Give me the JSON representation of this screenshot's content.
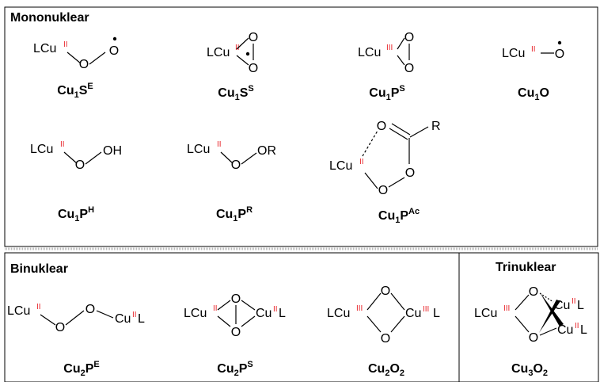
{
  "panels": {
    "mononuclear": {
      "title": "Mononuklear"
    },
    "binuclear": {
      "title": "Binuklear"
    },
    "trinuclear": {
      "title": "Trinuklear"
    }
  },
  "atoms": {
    "lcu": "LCu",
    "cu": "Cu",
    "l": "L",
    "o": "O",
    "oh": "OH",
    "or": "OR",
    "r": "R"
  },
  "oxidation": {
    "ii": "II",
    "iii": "III"
  },
  "labels": {
    "cu1se": {
      "el1": "Cu",
      "n1": "1",
      "el2": "S",
      "sup": "E"
    },
    "cu1ss": {
      "el1": "Cu",
      "n1": "1",
      "el2": "S",
      "sup": "S"
    },
    "cu1ps": {
      "el1": "Cu",
      "n1": "1",
      "el2": "P",
      "sup": "S"
    },
    "cu1o": {
      "el1": "Cu",
      "n1": "1",
      "el2": "O"
    },
    "cu1ph": {
      "el1": "Cu",
      "n1": "1",
      "el2": "P",
      "sup": "H"
    },
    "cu1pr": {
      "el1": "Cu",
      "n1": "1",
      "el2": "P",
      "sup": "R"
    },
    "cu1pac": {
      "el1": "Cu",
      "n1": "1",
      "el2": "P",
      "sup": "Ac"
    },
    "cu2pe": {
      "el1": "Cu",
      "n1": "2",
      "el2": "P",
      "sup": "E"
    },
    "cu2ps": {
      "el1": "Cu",
      "n1": "2",
      "el2": "P",
      "sup": "S"
    },
    "cu2o2": {
      "el1": "Cu",
      "n1": "2",
      "el2": "O",
      "n2": "2"
    },
    "cu3o2": {
      "el1": "Cu",
      "n1": "3",
      "el2": "O",
      "n2": "2"
    }
  }
}
